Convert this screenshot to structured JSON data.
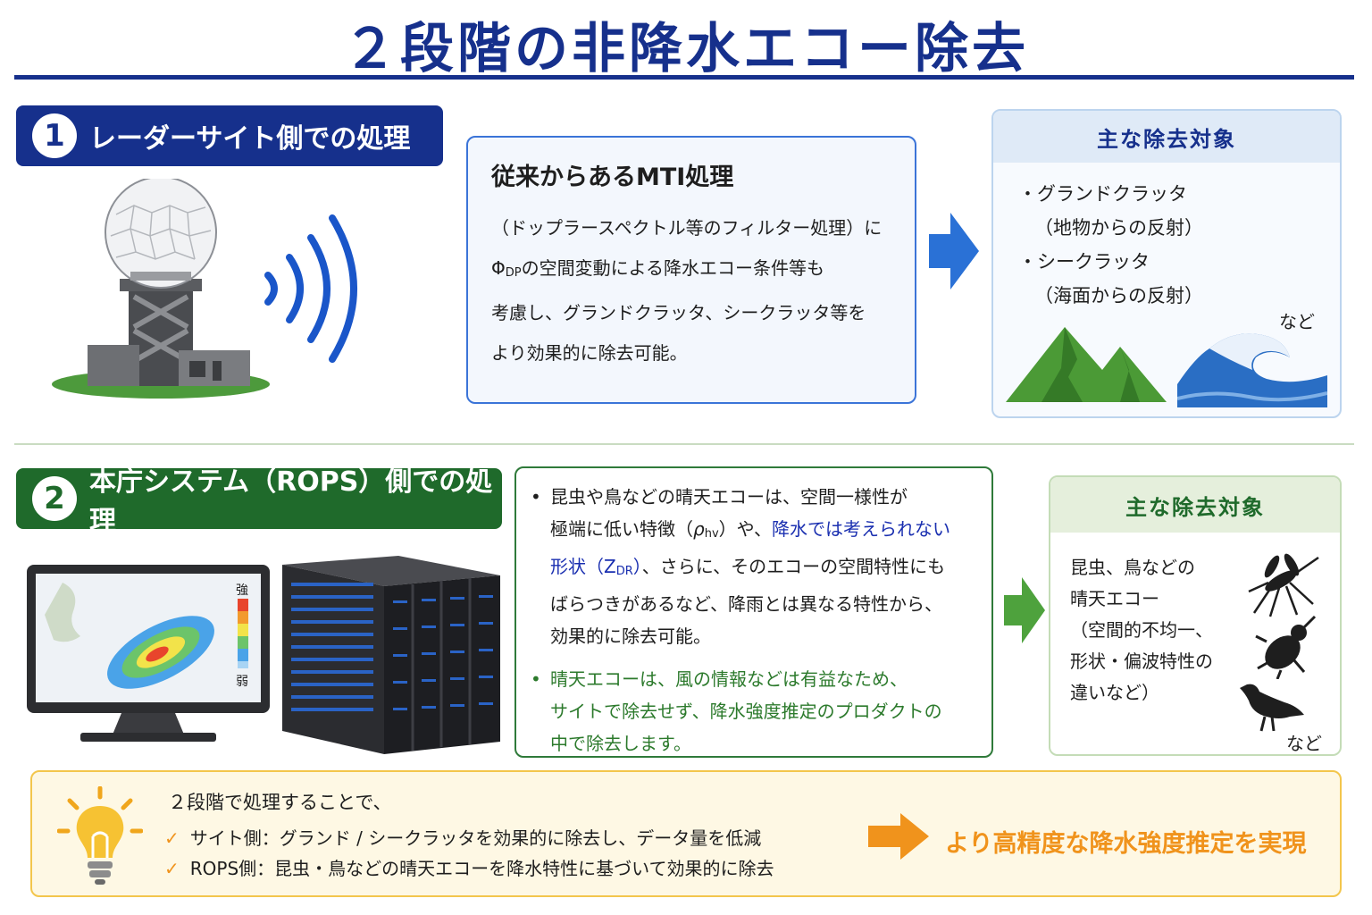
{
  "title": "２段階の非降水エコー除去",
  "colors": {
    "navy": "#16308c",
    "green": "#1f6a2b",
    "orange": "#f0931c",
    "arrow_blue": "#2a71d6",
    "arrow_green": "#4ea23d"
  },
  "section1": {
    "number": "1",
    "heading": "レーダーサイト側での処理",
    "box_lead": "従来からあるMTI処理",
    "box_lines": [
      "（ドップラースペクトル等のフィルター処理）に",
      "の空間変動による降水エコー条件等も",
      "考慮し、グランドクラッタ、シークラッタ等を",
      "より効果的に除去可能。"
    ],
    "phi_symbol": "Φ",
    "phi_sub": "DP",
    "target": {
      "heading": "主な除去対象",
      "items": [
        {
          "name": "・グランドクラッタ",
          "note": "（地物からの反射）"
        },
        {
          "name": "・シークラッタ",
          "note": "（海面からの反射）"
        }
      ],
      "etc": "など"
    }
  },
  "section2": {
    "number": "2",
    "heading": "本庁システム（ROPS）側での処理",
    "monitor_legend": {
      "top": "強",
      "bottom": "弱"
    },
    "point1": {
      "l1": "昆虫や鳥などの晴天エコーは、空間一様性が",
      "l2a": "極端に低い特徴（",
      "rho": "ρ",
      "rho_sub": "hv",
      "l2b": "）や、",
      "l2c": "降水では考えられない",
      "l3a": "形状（Z",
      "z_sub": "DR",
      "l3b": "）",
      "l3c": "、さらに、そのエコーの空間特性にも",
      "l4": "ばらつきがあるなど、降雨とは異なる特性から、",
      "l5": "効果的に除去可能。"
    },
    "point2": [
      "晴天エコーは、風の情報などは有益なため、",
      "サイトで除去せず、降水強度推定のプロダクトの",
      "中で除去します。"
    ],
    "target": {
      "heading": "主な除去対象",
      "lines": [
        "昆虫、鳥などの",
        "晴天エコー",
        "（空間的不均一、",
        "形状・偏波特性の",
        "違いなど）"
      ],
      "etc": "など"
    }
  },
  "summary": {
    "intro": "２段階で処理することで、",
    "rows": [
      "サイト側：グランド / シークラッタを効果的に除去し、データ量を低減",
      "ROPS側：昆虫・鳥などの晴天エコーを降水特性に基づいて効果的に除去"
    ],
    "check_glyph": "✓",
    "result": "より高精度な降水強度推定を実現"
  }
}
